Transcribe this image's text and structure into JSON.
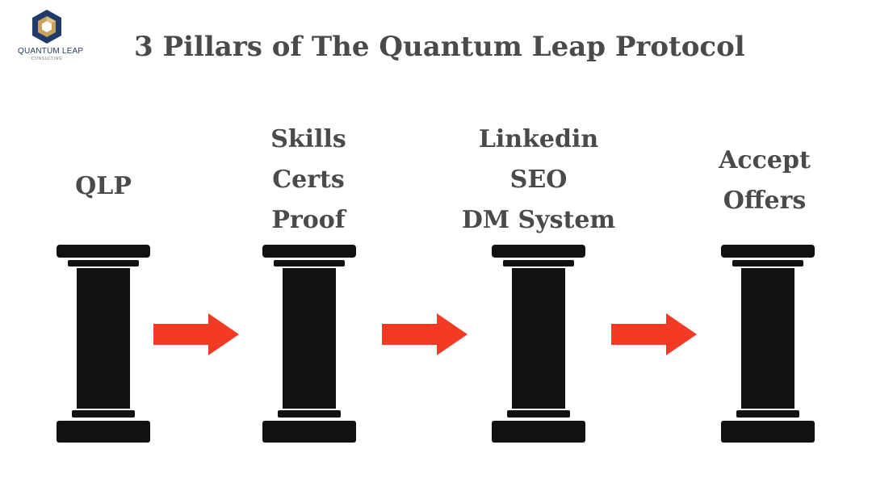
{
  "logo": {
    "name": "QUANTUM LEAP",
    "subtitle": "CONSULTING"
  },
  "title": "3 Pillars of The Quantum Leap Protocol",
  "pillars": [
    {
      "lines": [
        "QLP"
      ]
    },
    {
      "lines": [
        "Skills",
        "Certs",
        "Proof"
      ]
    },
    {
      "lines": [
        "Linkedin",
        "SEO",
        "DM System"
      ]
    },
    {
      "lines": [
        "Accept",
        "Offers"
      ]
    }
  ],
  "colors": {
    "text": "#4a4a4a",
    "pillar": "#111111",
    "arrow": "#f23a24"
  }
}
